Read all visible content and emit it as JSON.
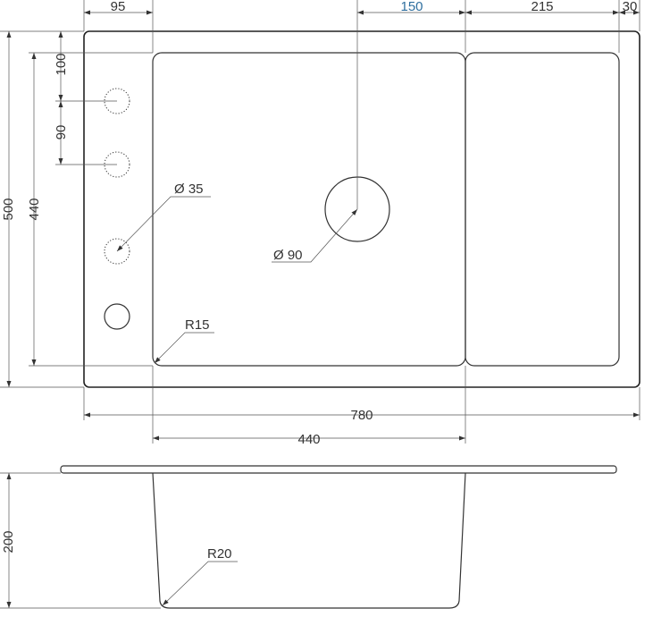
{
  "colors": {
    "line": "#222222",
    "dimension_text": "#333333",
    "accent_dimension": "#2f6f9f",
    "background": "#ffffff"
  },
  "top_view": {
    "dimensions": {
      "left_offset": "95",
      "drain_offset": "150",
      "drainboard_width": "215",
      "right_margin": "30",
      "tap_hole_top_offset": "100",
      "tap_hole_spacing": "90",
      "total_depth": "500",
      "bowl_depth": "440",
      "total_width": "780",
      "bowl_width": "440"
    },
    "labels": {
      "tap_hole_diameter": "Ø 35",
      "drain_diameter": "Ø 90",
      "bowl_corner_radius": "R15"
    }
  },
  "side_view": {
    "dimensions": {
      "bowl_height": "200"
    },
    "labels": {
      "bottom_corner_radius": "R20"
    }
  }
}
